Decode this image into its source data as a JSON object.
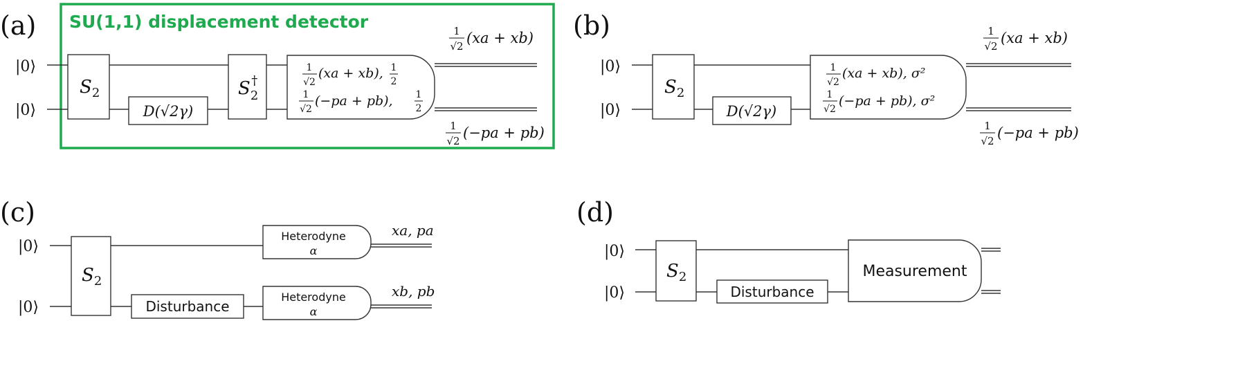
{
  "panels": {
    "a": {
      "label": "(a)",
      "title": "SU(1,1) displacement detector",
      "title_color": "#1faa4f",
      "input_top": "|0⟩",
      "input_bottom": "|0⟩",
      "squeezer": "S",
      "squeezer_sub": "2",
      "displacement": "D(√2γ)",
      "unsqueezer": "S",
      "unsqueezer_sub": "2",
      "unsqueezer_sup": "†",
      "meas_line1_num": "1",
      "meas_line1_den": "√2",
      "meas_line1_expr": "(xa + xb),",
      "meas_line1_tail_num": "1",
      "meas_line1_tail_den": "2",
      "meas_line2_num": "1",
      "meas_line2_den": "√2",
      "meas_line2_expr": "(−pa + pb),",
      "meas_line2_tail_num": "1",
      "meas_line2_tail_den": "2",
      "out_top_num": "1",
      "out_top_den": "√2",
      "out_top_expr": "(xa + xb)",
      "out_bottom_num": "1",
      "out_bottom_den": "√2",
      "out_bottom_expr": "(−pa + pb)"
    },
    "b": {
      "label": "(b)",
      "input_top": "|0⟩",
      "input_bottom": "|0⟩",
      "squeezer": "S",
      "squeezer_sub": "2",
      "displacement": "D(√2γ)",
      "meas_line1_num": "1",
      "meas_line1_den": "√2",
      "meas_line1_expr": "(xa + xb), σ²",
      "meas_line2_num": "1",
      "meas_line2_den": "√2",
      "meas_line2_expr": "(−pa + pb), σ²",
      "out_top_num": "1",
      "out_top_den": "√2",
      "out_top_expr": "(xa + xb)",
      "out_bottom_num": "1",
      "out_bottom_den": "√2",
      "out_bottom_expr": "(−pa + pb)"
    },
    "c": {
      "label": "(c)",
      "input_top": "|0⟩",
      "input_bottom": "|0⟩",
      "squeezer": "S",
      "squeezer_sub": "2",
      "disturbance": "Disturbance",
      "het_label": "Heterodyne",
      "het_param": "α",
      "out_top": "xa, pa",
      "out_bottom": "xb, pb"
    },
    "d": {
      "label": "(d)",
      "input_top": "|0⟩",
      "input_bottom": "|0⟩",
      "squeezer": "S",
      "squeezer_sub": "2",
      "disturbance": "Disturbance",
      "measurement": "Measurement"
    }
  }
}
